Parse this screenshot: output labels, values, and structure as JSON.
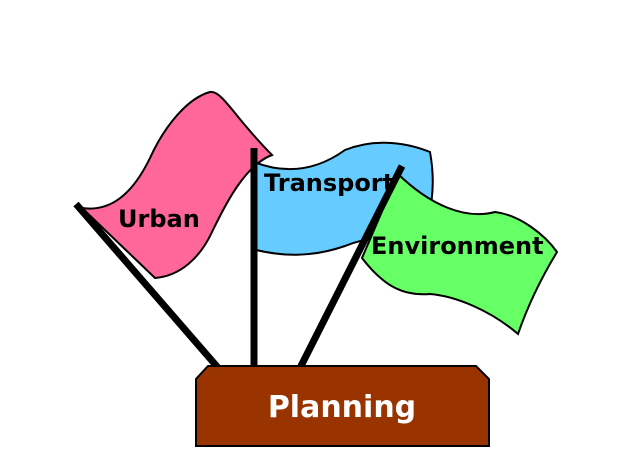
{
  "flags": {
    "urban": {
      "label": "Urban",
      "color": "#ff6699"
    },
    "transport": {
      "label": "Transport",
      "color": "#66ccff"
    },
    "environment": {
      "label": "Environment",
      "color": "#66ff66"
    }
  },
  "base": {
    "label": "Planning",
    "color": "#993300"
  },
  "colors": {
    "outline": "#000000",
    "pole": "#000000"
  }
}
